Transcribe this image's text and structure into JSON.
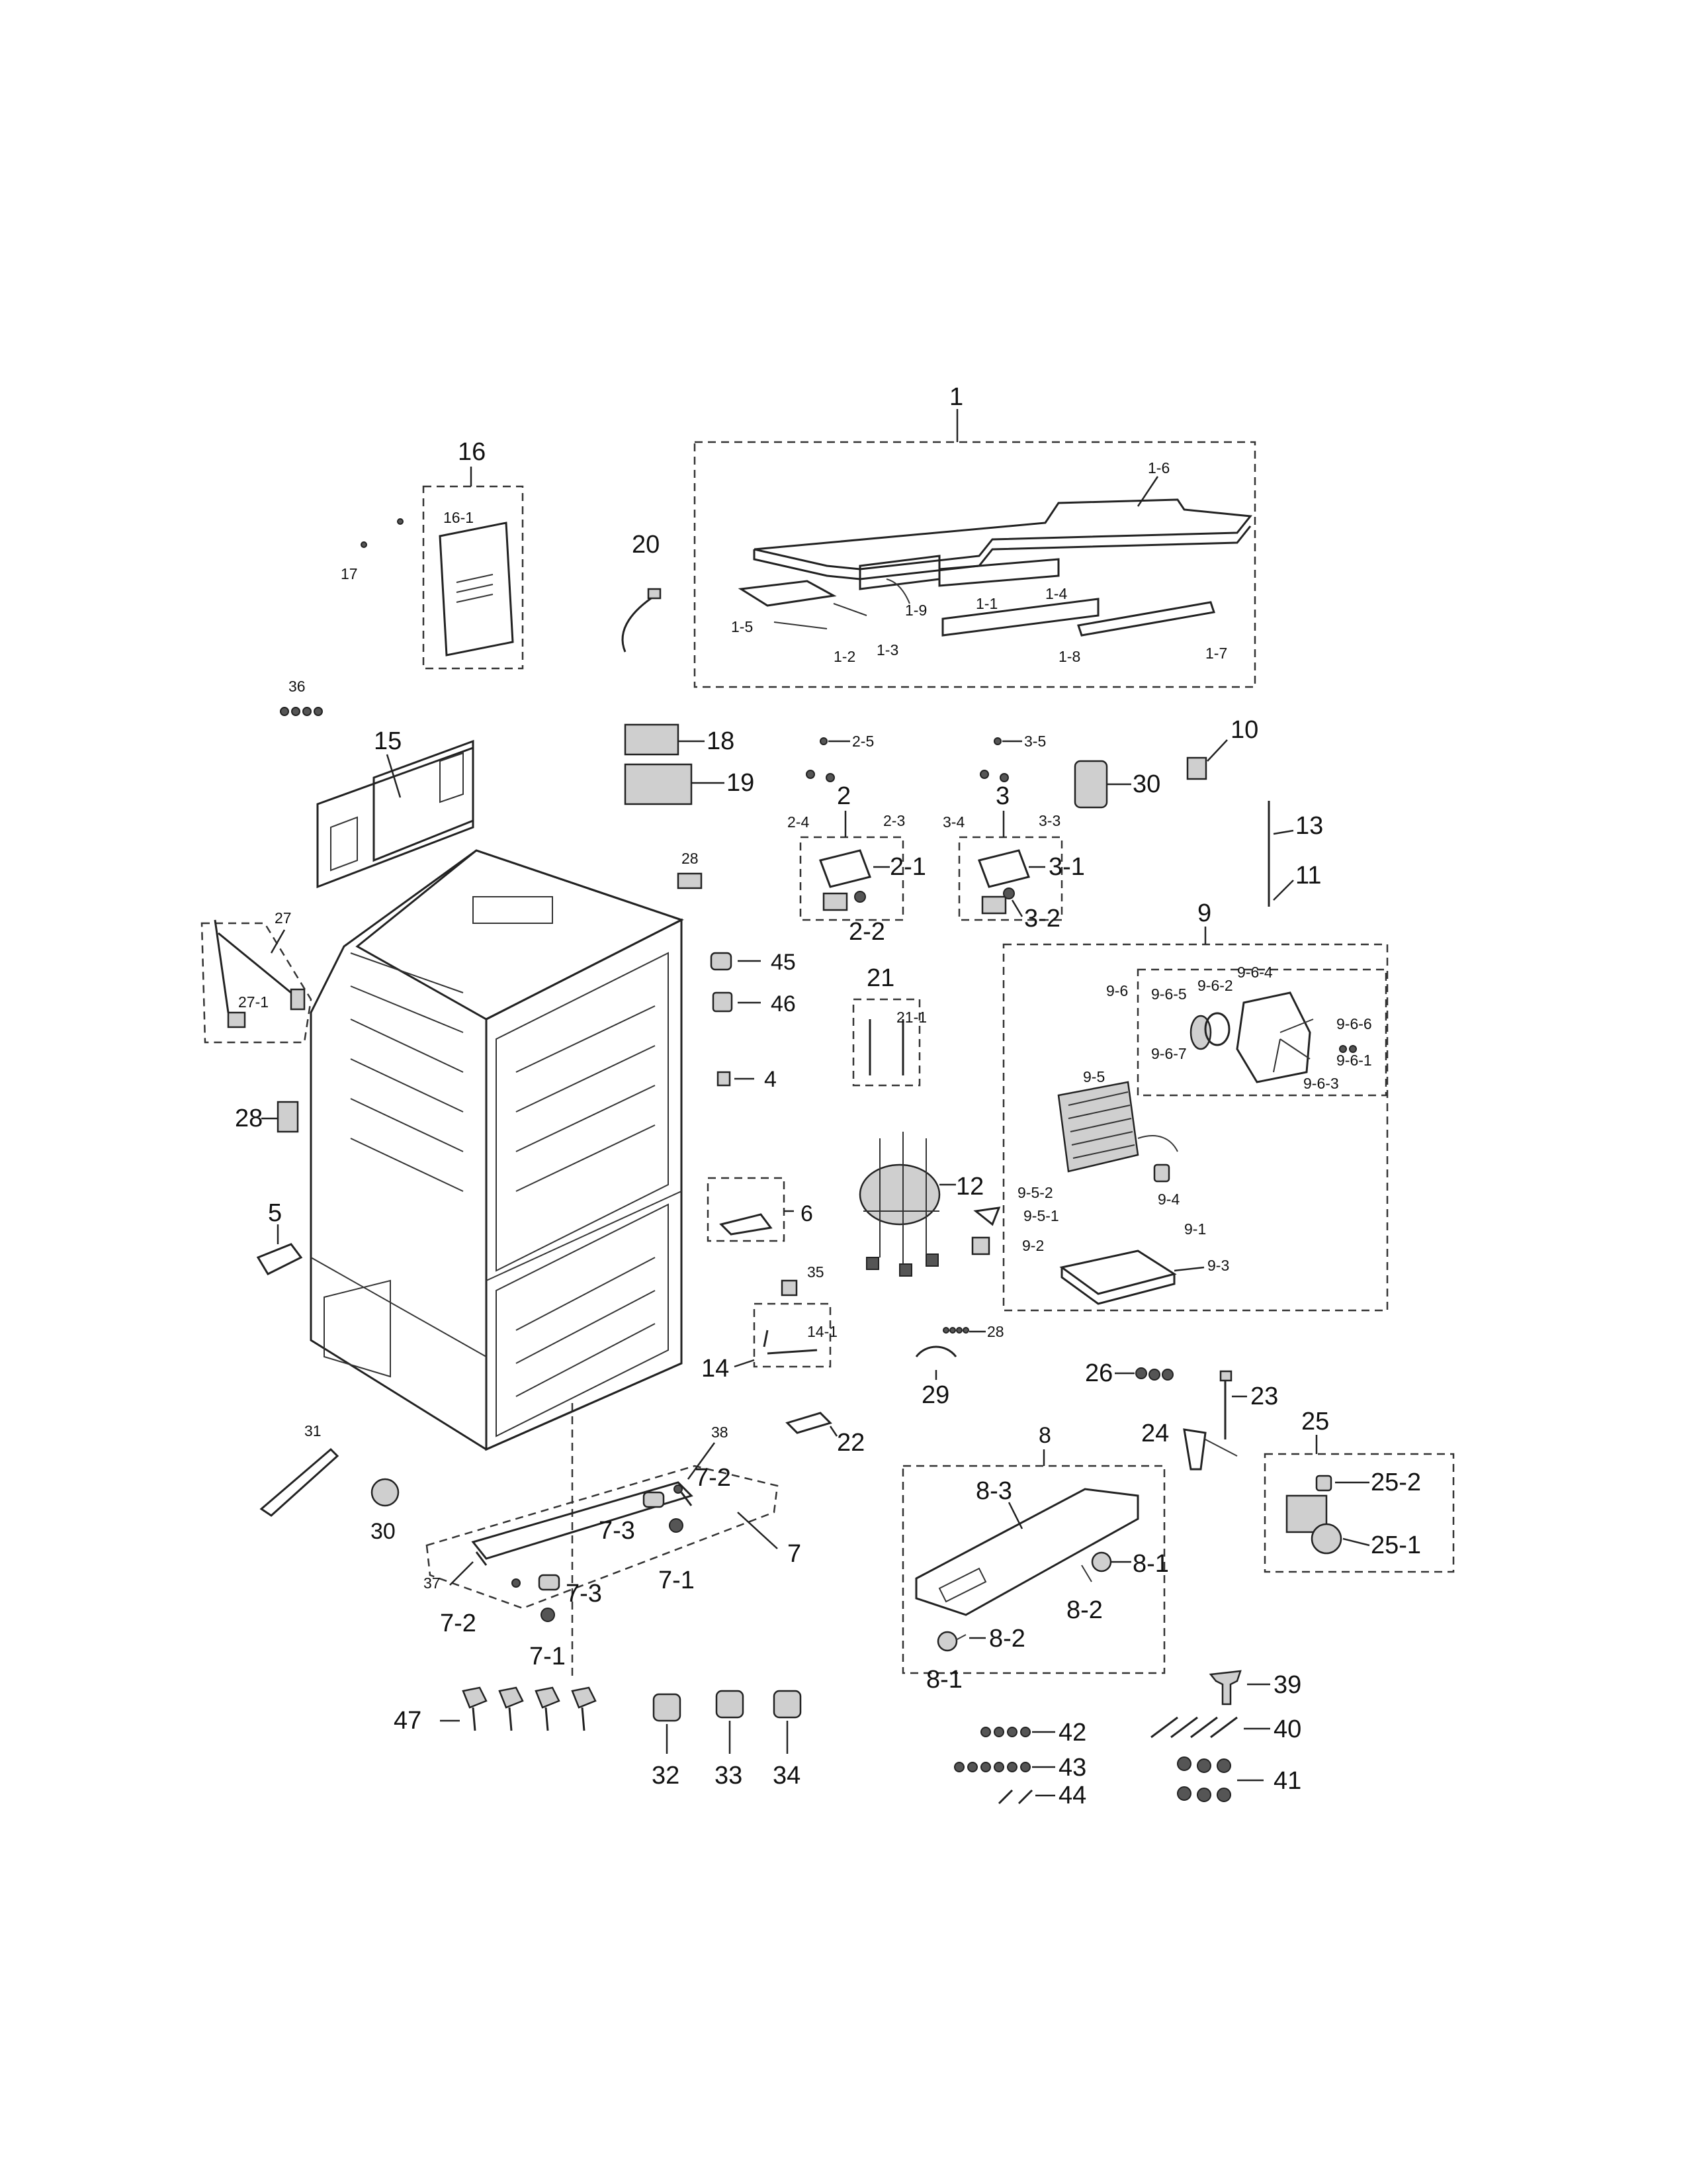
{
  "labels": {
    "l1": "1",
    "l1_1": "1-1",
    "l1_2": "1-2",
    "l1_3": "1-3",
    "l1_4": "1-4",
    "l1_5": "1-5",
    "l1_6": "1-6",
    "l1_7": "1-7",
    "l1_8": "1-8",
    "l1_9": "1-9",
    "l2": "2",
    "l2_1": "2-1",
    "l2_2": "2-2",
    "l2_3": "2-3",
    "l2_4": "2-4",
    "l2_5": "2-5",
    "l3": "3",
    "l3_1": "3-1",
    "l3_2": "3-2",
    "l3_3": "3-3",
    "l3_4": "3-4",
    "l3_5": "3-5",
    "l4": "4",
    "l5": "5",
    "l6": "6",
    "l7": "7",
    "l7_1a": "7-1",
    "l7_1b": "7-1",
    "l7_2a": "7-2",
    "l7_2b": "7-2",
    "l7_3a": "7-3",
    "l7_3b": "7-3",
    "l8": "8",
    "l8_1a": "8-1",
    "l8_1b": "8-1",
    "l8_2a": "8-2",
    "l8_2b": "8-2",
    "l8_3": "8-3",
    "l9": "9",
    "l9_1": "9-1",
    "l9_2": "9-2",
    "l9_3": "9-3",
    "l9_4": "9-4",
    "l9_5": "9-5",
    "l9_5_1": "9-5-1",
    "l9_5_2": "9-5-2",
    "l9_6": "9-6",
    "l9_6_1": "9-6-1",
    "l9_6_2": "9-6-2",
    "l9_6_3": "9-6-3",
    "l9_6_4": "9-6-4",
    "l9_6_5": "9-6-5",
    "l9_6_6": "9-6-6",
    "l9_6_7": "9-6-7",
    "l10": "10",
    "l11": "11",
    "l12": "12",
    "l13": "13",
    "l14": "14",
    "l14_1": "14-1",
    "l15": "15",
    "l16": "16",
    "l16_1": "16-1",
    "l17": "17",
    "l18": "18",
    "l19": "19",
    "l20": "20",
    "l21": "21",
    "l21_1": "21-1",
    "l22": "22",
    "l23": "23",
    "l24": "24",
    "l25": "25",
    "l25_1": "25-1",
    "l25_2": "25-2",
    "l26": "26",
    "l27": "27",
    "l27_1": "27-1",
    "l28a": "28",
    "l28b": "28",
    "l28c": "28",
    "l29": "29",
    "l30a": "30",
    "l30b": "30",
    "l31": "31",
    "l32": "32",
    "l33": "33",
    "l34": "34",
    "l35": "35",
    "l36": "36",
    "l37": "37",
    "l38": "38",
    "l39": "39",
    "l40": "40",
    "l41": "41",
    "l42": "42",
    "l43": "43",
    "l44": "44",
    "l45": "45",
    "l46": "46",
    "l47": "47"
  }
}
